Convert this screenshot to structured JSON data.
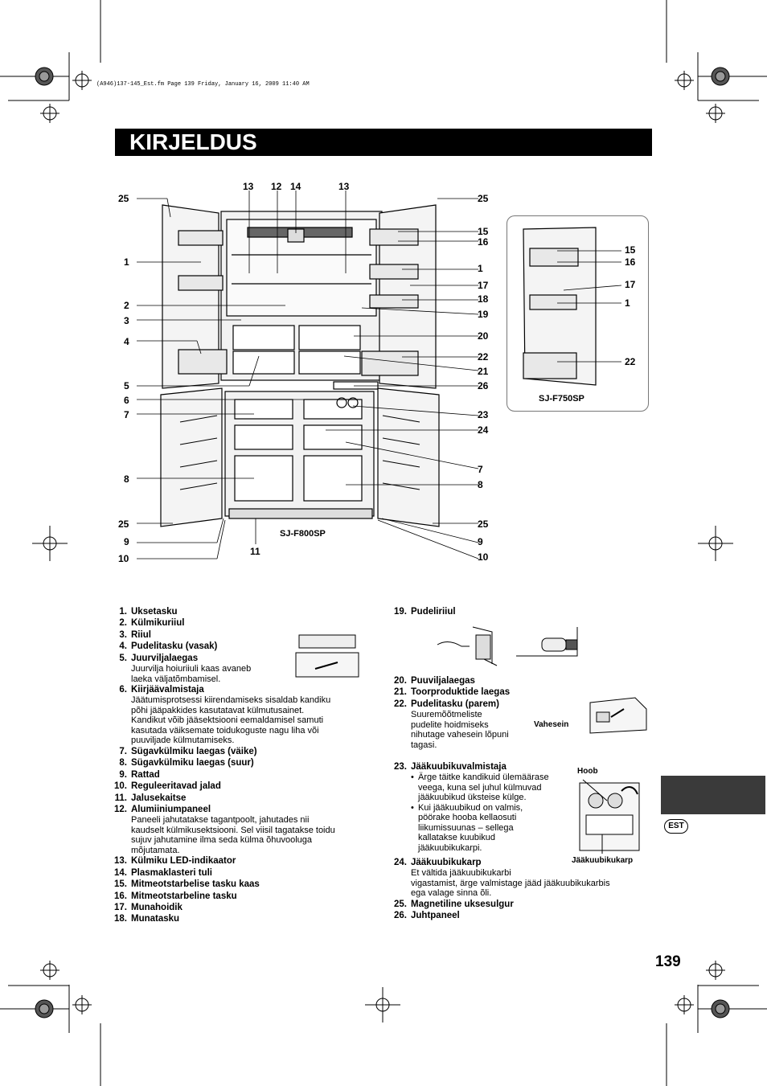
{
  "header": {
    "file_info": "(A946)137-145_Est.fm  Page 139  Friday, January 16, 2009  11:40 AM"
  },
  "title": "KIRJELDUS",
  "main_diagram": {
    "model": "SJ-F800SP",
    "callouts_left": [
      "25",
      "1",
      "2",
      "3",
      "4",
      "5",
      "6",
      "7",
      "8",
      "25",
      "9",
      "10"
    ],
    "callouts_top": [
      "13",
      "12",
      "14",
      "13"
    ],
    "callouts_right": [
      "25",
      "15",
      "16",
      "1",
      "17",
      "18",
      "19",
      "20",
      "22",
      "21",
      "26",
      "23",
      "24",
      "7",
      "8",
      "25",
      "9",
      "10"
    ],
    "callout_bottom": "11"
  },
  "side_diagram": {
    "model": "SJ-F750SP",
    "callouts": [
      "15",
      "16",
      "17",
      "1",
      "22"
    ]
  },
  "parts_left": [
    {
      "num": "1.",
      "name": "Uksetasku"
    },
    {
      "num": "2.",
      "name": "Külmikuriiul"
    },
    {
      "num": "3.",
      "name": "Riiul"
    },
    {
      "num": "4.",
      "name": "Pudelitasku (vasak)"
    },
    {
      "num": "5.",
      "name": "Juurviljalaegas",
      "desc": [
        "Juurvilja hoiuriiuli kaas avaneb",
        "laeka väljatõmbamisel."
      ]
    },
    {
      "num": "6.",
      "name": "Kiirjäävalmistaja",
      "desc": [
        "Jäätumisprotsessi kiirendamiseks sisaldab kandiku",
        "põhi jääpakkides kasutatavat külmutusainet.",
        "Kandikut võib jääsektsiooni eemaldamisel samuti",
        "kasutada väiksemate toidukoguste nagu liha või",
        "puuviljade külmutamiseks."
      ]
    },
    {
      "num": "7.",
      "name": "Sügavkülmiku laegas (väike)"
    },
    {
      "num": "8.",
      "name": "Sügavkülmiku laegas (suur)"
    },
    {
      "num": "9.",
      "name": "Rattad"
    },
    {
      "num": "10.",
      "name": "Reguleeritavad jalad"
    },
    {
      "num": "11.",
      "name": "Jalusekaitse"
    },
    {
      "num": "12.",
      "name": "Alumiiniumpaneel",
      "desc": [
        "Paneeli jahutatakse tagantpoolt, jahutades nii",
        "kaudselt külmikusektsiooni. Sel viisil tagatakse toidu",
        "sujuv jahutamine ilma seda külma õhuvooluga",
        "mõjutamata."
      ]
    },
    {
      "num": "13.",
      "name": "Külmiku LED-indikaator"
    },
    {
      "num": "14.",
      "name": "Plasmaklasteri tuli"
    },
    {
      "num": "15.",
      "name": "Mitmeotstarbelise tasku kaas"
    },
    {
      "num": "16.",
      "name": "Mitmeotstarbeline tasku"
    },
    {
      "num": "17.",
      "name": "Munahoidik"
    },
    {
      "num": "18.",
      "name": "Munatasku"
    }
  ],
  "part_19": {
    "num": "19.",
    "name": "Pudeliriiul"
  },
  "parts_right_a": [
    {
      "num": "20.",
      "name": "Puuviljalaegas"
    },
    {
      "num": "21.",
      "name": "Toorproduktide laegas"
    },
    {
      "num": "22.",
      "name": "Pudelitasku (parem)",
      "desc": [
        "Suuremõõtmeliste",
        "pudelite hoidmiseks",
        "nihutage vahesein lõpuni",
        "tagasi."
      ]
    }
  ],
  "part_23": {
    "num": "23.",
    "name": "Jääkuubikuvalmistaja",
    "bullets": [
      [
        "Ärge täitke kandikuid ülemäärase",
        "veega, kuna sel juhul külmuvad",
        "jääkuubikud üksteise külge."
      ],
      [
        "Kui jääkuubikud on valmis,",
        "pöörake hooba kellaosuti",
        "liikumissuunas – sellega",
        "kallatakse kuubikud",
        "jääkuubikukarpi."
      ]
    ]
  },
  "parts_right_b": [
    {
      "num": "24.",
      "name": "Jääkuubikukarp",
      "desc": [
        "Et vältida jääkuubikukarbi",
        "vigastamist, ärge valmistage jääd jääkuubikukarbis",
        "ega valage sinna õli."
      ]
    },
    {
      "num": "25.",
      "name": "Magnetiline uksesulgur"
    },
    {
      "num": "26.",
      "name": "Juhtpaneel"
    }
  ],
  "figure_labels": {
    "vahesein": "Vahesein",
    "hoob": "Hoob",
    "jaakuubikukarp": "Jääkuubikukarp"
  },
  "language_badge": "EST",
  "page_number": "139"
}
